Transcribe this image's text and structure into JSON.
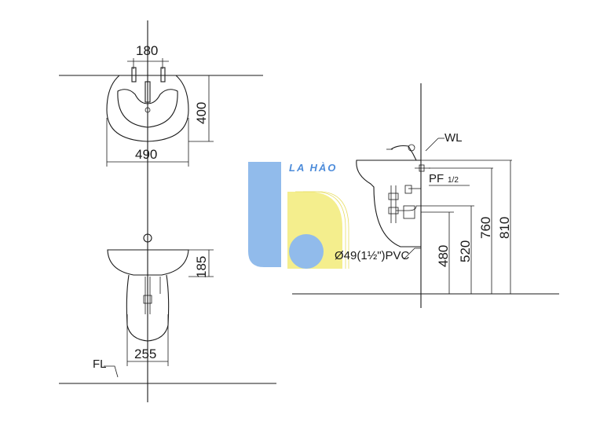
{
  "dimensions": {
    "top_width": "180",
    "top_depth": "400",
    "basin_width": "490",
    "basin_height": "185",
    "pedestal_width": "255",
    "trap_height": "480",
    "supply_height": "520",
    "rim_height": "760",
    "wall_height": "810"
  },
  "labels": {
    "floor_level": "FL",
    "water_level": "WL",
    "supply_pipe": "PF",
    "supply_pipe_size": "1/2",
    "drain_pipe": "Ø49(1½\")PVC"
  },
  "watermark": {
    "brand": "LA HÀO",
    "colors": {
      "blue": "#7eb0e8",
      "yellow": "#f3ec7a"
    }
  }
}
